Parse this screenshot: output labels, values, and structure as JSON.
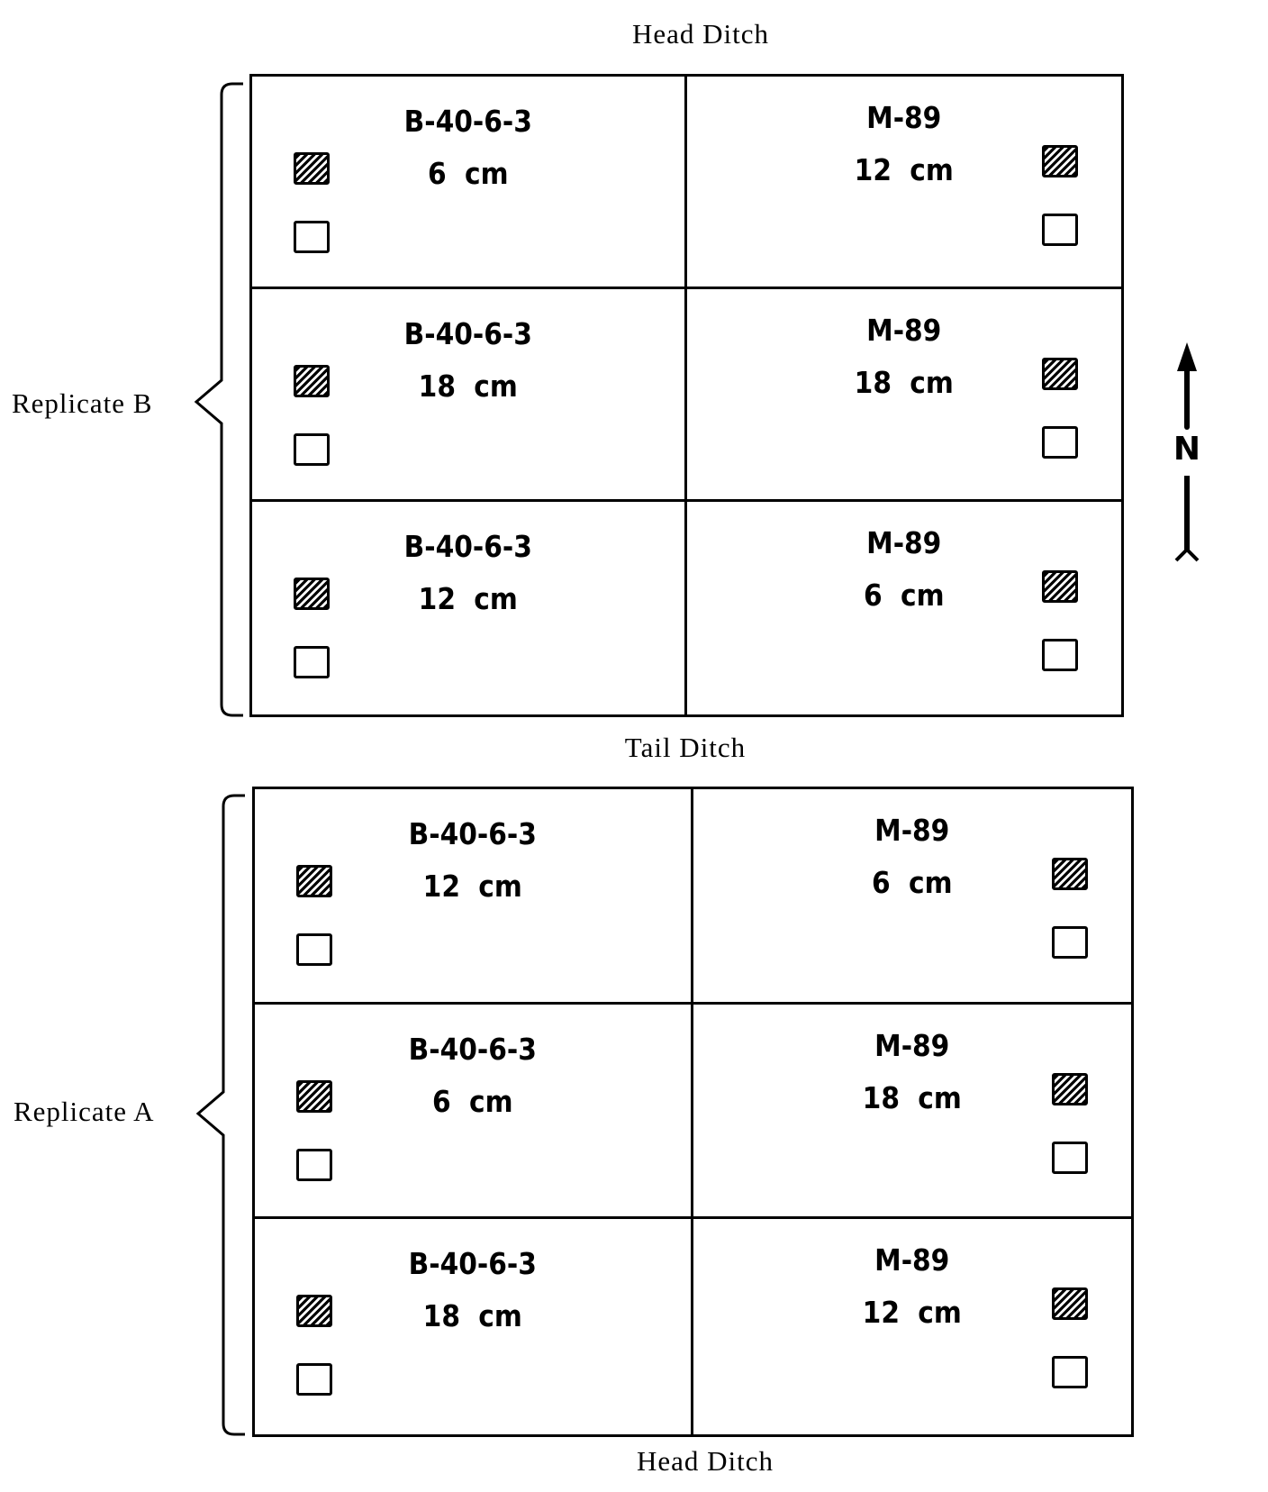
{
  "labels": {
    "top_ditch": "Head Ditch",
    "middle_ditch": "Tail Ditch",
    "bottom_ditch": "Head Ditch",
    "north": "N"
  },
  "replicates": [
    {
      "name": "Replicate B",
      "plots": [
        {
          "variety": "B-40-6-3",
          "depth": "6 cm",
          "column": "left"
        },
        {
          "variety": "M-89",
          "depth": "12 cm",
          "column": "right"
        },
        {
          "variety": "B-40-6-3",
          "depth": "18 cm",
          "column": "left"
        },
        {
          "variety": "M-89",
          "depth": "18 cm",
          "column": "right"
        },
        {
          "variety": "B-40-6-3",
          "depth": "12 cm",
          "column": "left"
        },
        {
          "variety": "M-89",
          "depth": "6 cm",
          "column": "right"
        }
      ]
    },
    {
      "name": "Replicate A",
      "plots": [
        {
          "variety": "B-40-6-3",
          "depth": "12 cm",
          "column": "left"
        },
        {
          "variety": "M-89",
          "depth": "6 cm",
          "column": "right"
        },
        {
          "variety": "B-40-6-3",
          "depth": "6 cm",
          "column": "left"
        },
        {
          "variety": "M-89",
          "depth": "18 cm",
          "column": "right"
        },
        {
          "variety": "B-40-6-3",
          "depth": "18 cm",
          "column": "left"
        },
        {
          "variety": "M-89",
          "depth": "12 cm",
          "column": "right"
        }
      ]
    }
  ],
  "legend_markers": {
    "filled": "hatched-subplot",
    "empty": "unhatched-subplot"
  }
}
